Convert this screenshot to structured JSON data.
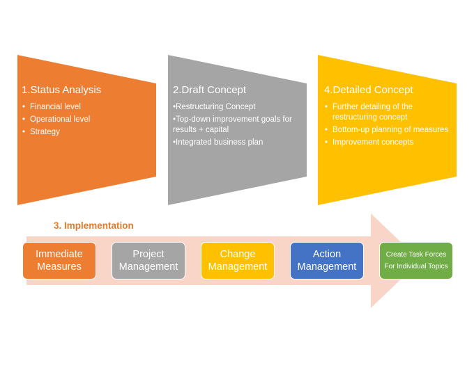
{
  "colors": {
    "orange": "#ed7d31",
    "gray": "#a5a5a5",
    "yellow": "#ffc000",
    "blue": "#4472c4",
    "green": "#70ad47",
    "arrow": "#f9d5c7",
    "implementation_text": "#e07c2e"
  },
  "panels": [
    {
      "title": "1.Status Analysis",
      "items": [
        "Financial level",
        "Operational level",
        "Strategy"
      ]
    },
    {
      "title": "2.Draft Concept",
      "items": [
        "•Restructuring Concept",
        "•Top-down improvement goals for results + capital",
        "•Integrated business plan"
      ]
    },
    {
      "title": "4.Detailed Concept",
      "items": [
        "Further detailing of the restructuring concept",
        "Bottom-up planning of measures",
        "Improvement concepts"
      ]
    }
  ],
  "implementation": {
    "title": "3. Implementation",
    "steps": [
      "Immediate Measures",
      "Project Management",
      "Change Management",
      "Action Management",
      "Create Task Forces For Individual Topics"
    ]
  }
}
